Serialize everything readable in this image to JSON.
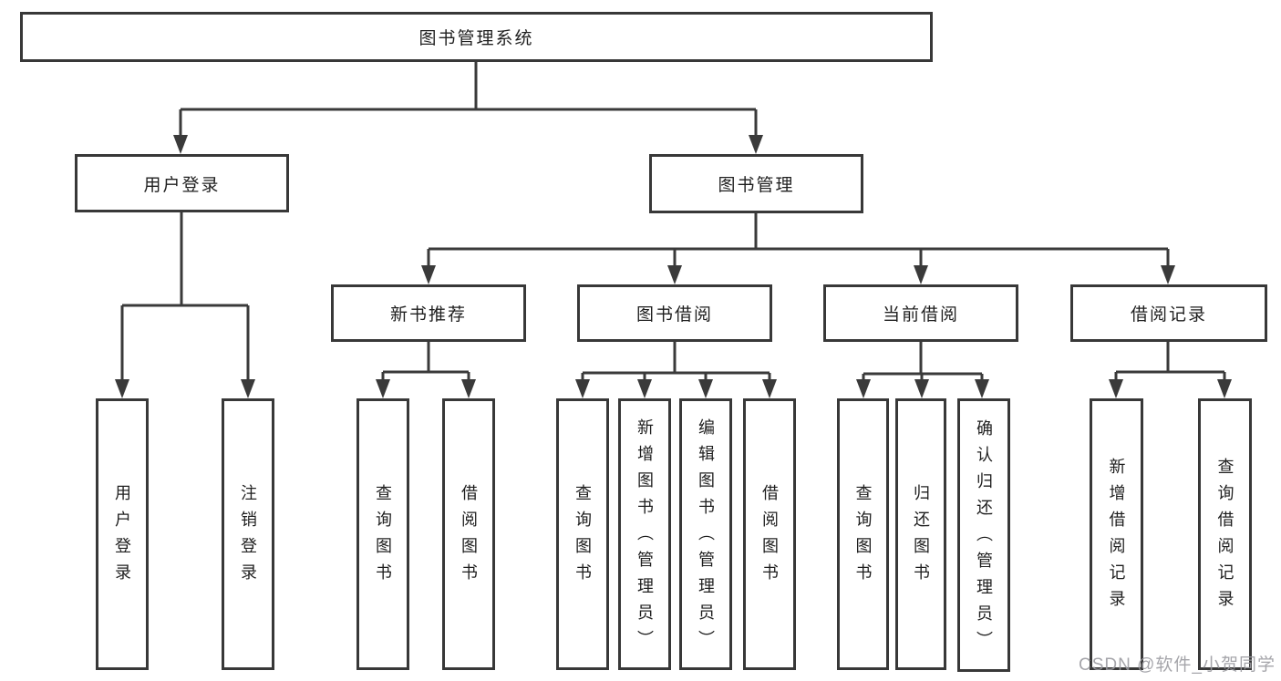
{
  "diagram": {
    "title": "图书管理系统",
    "root": {
      "label": "图书管理系统"
    },
    "level2": [
      {
        "id": "user-login",
        "label": "用户登录"
      },
      {
        "id": "book-management",
        "label": "图书管理"
      }
    ],
    "level3": [
      {
        "id": "new-book-recommend",
        "label": "新书推荐"
      },
      {
        "id": "book-borrow",
        "label": "图书借阅"
      },
      {
        "id": "current-borrow",
        "label": "当前借阅"
      },
      {
        "id": "borrow-record",
        "label": "借阅记录"
      }
    ],
    "leaves": {
      "user_login": [
        "用户登录",
        "注销登录"
      ],
      "new_book": [
        "查询图书",
        "借阅图书"
      ],
      "book_borrow": [
        "查询图书",
        "新增图书（管理员）",
        "编辑图书（管理员）",
        "借阅图书"
      ],
      "current_borrow": [
        "查询图书",
        "归还图书",
        "确认归还（管理员）"
      ],
      "borrow_record": [
        "新增借阅记录",
        "查询借阅记录"
      ]
    },
    "colors": {
      "box_border": "#383838",
      "connector": "#3a3a3a",
      "text": "#1f1f1f",
      "watermark": "#98989e"
    }
  },
  "watermark": {
    "text": "CSDN @软件_小贺同学"
  }
}
